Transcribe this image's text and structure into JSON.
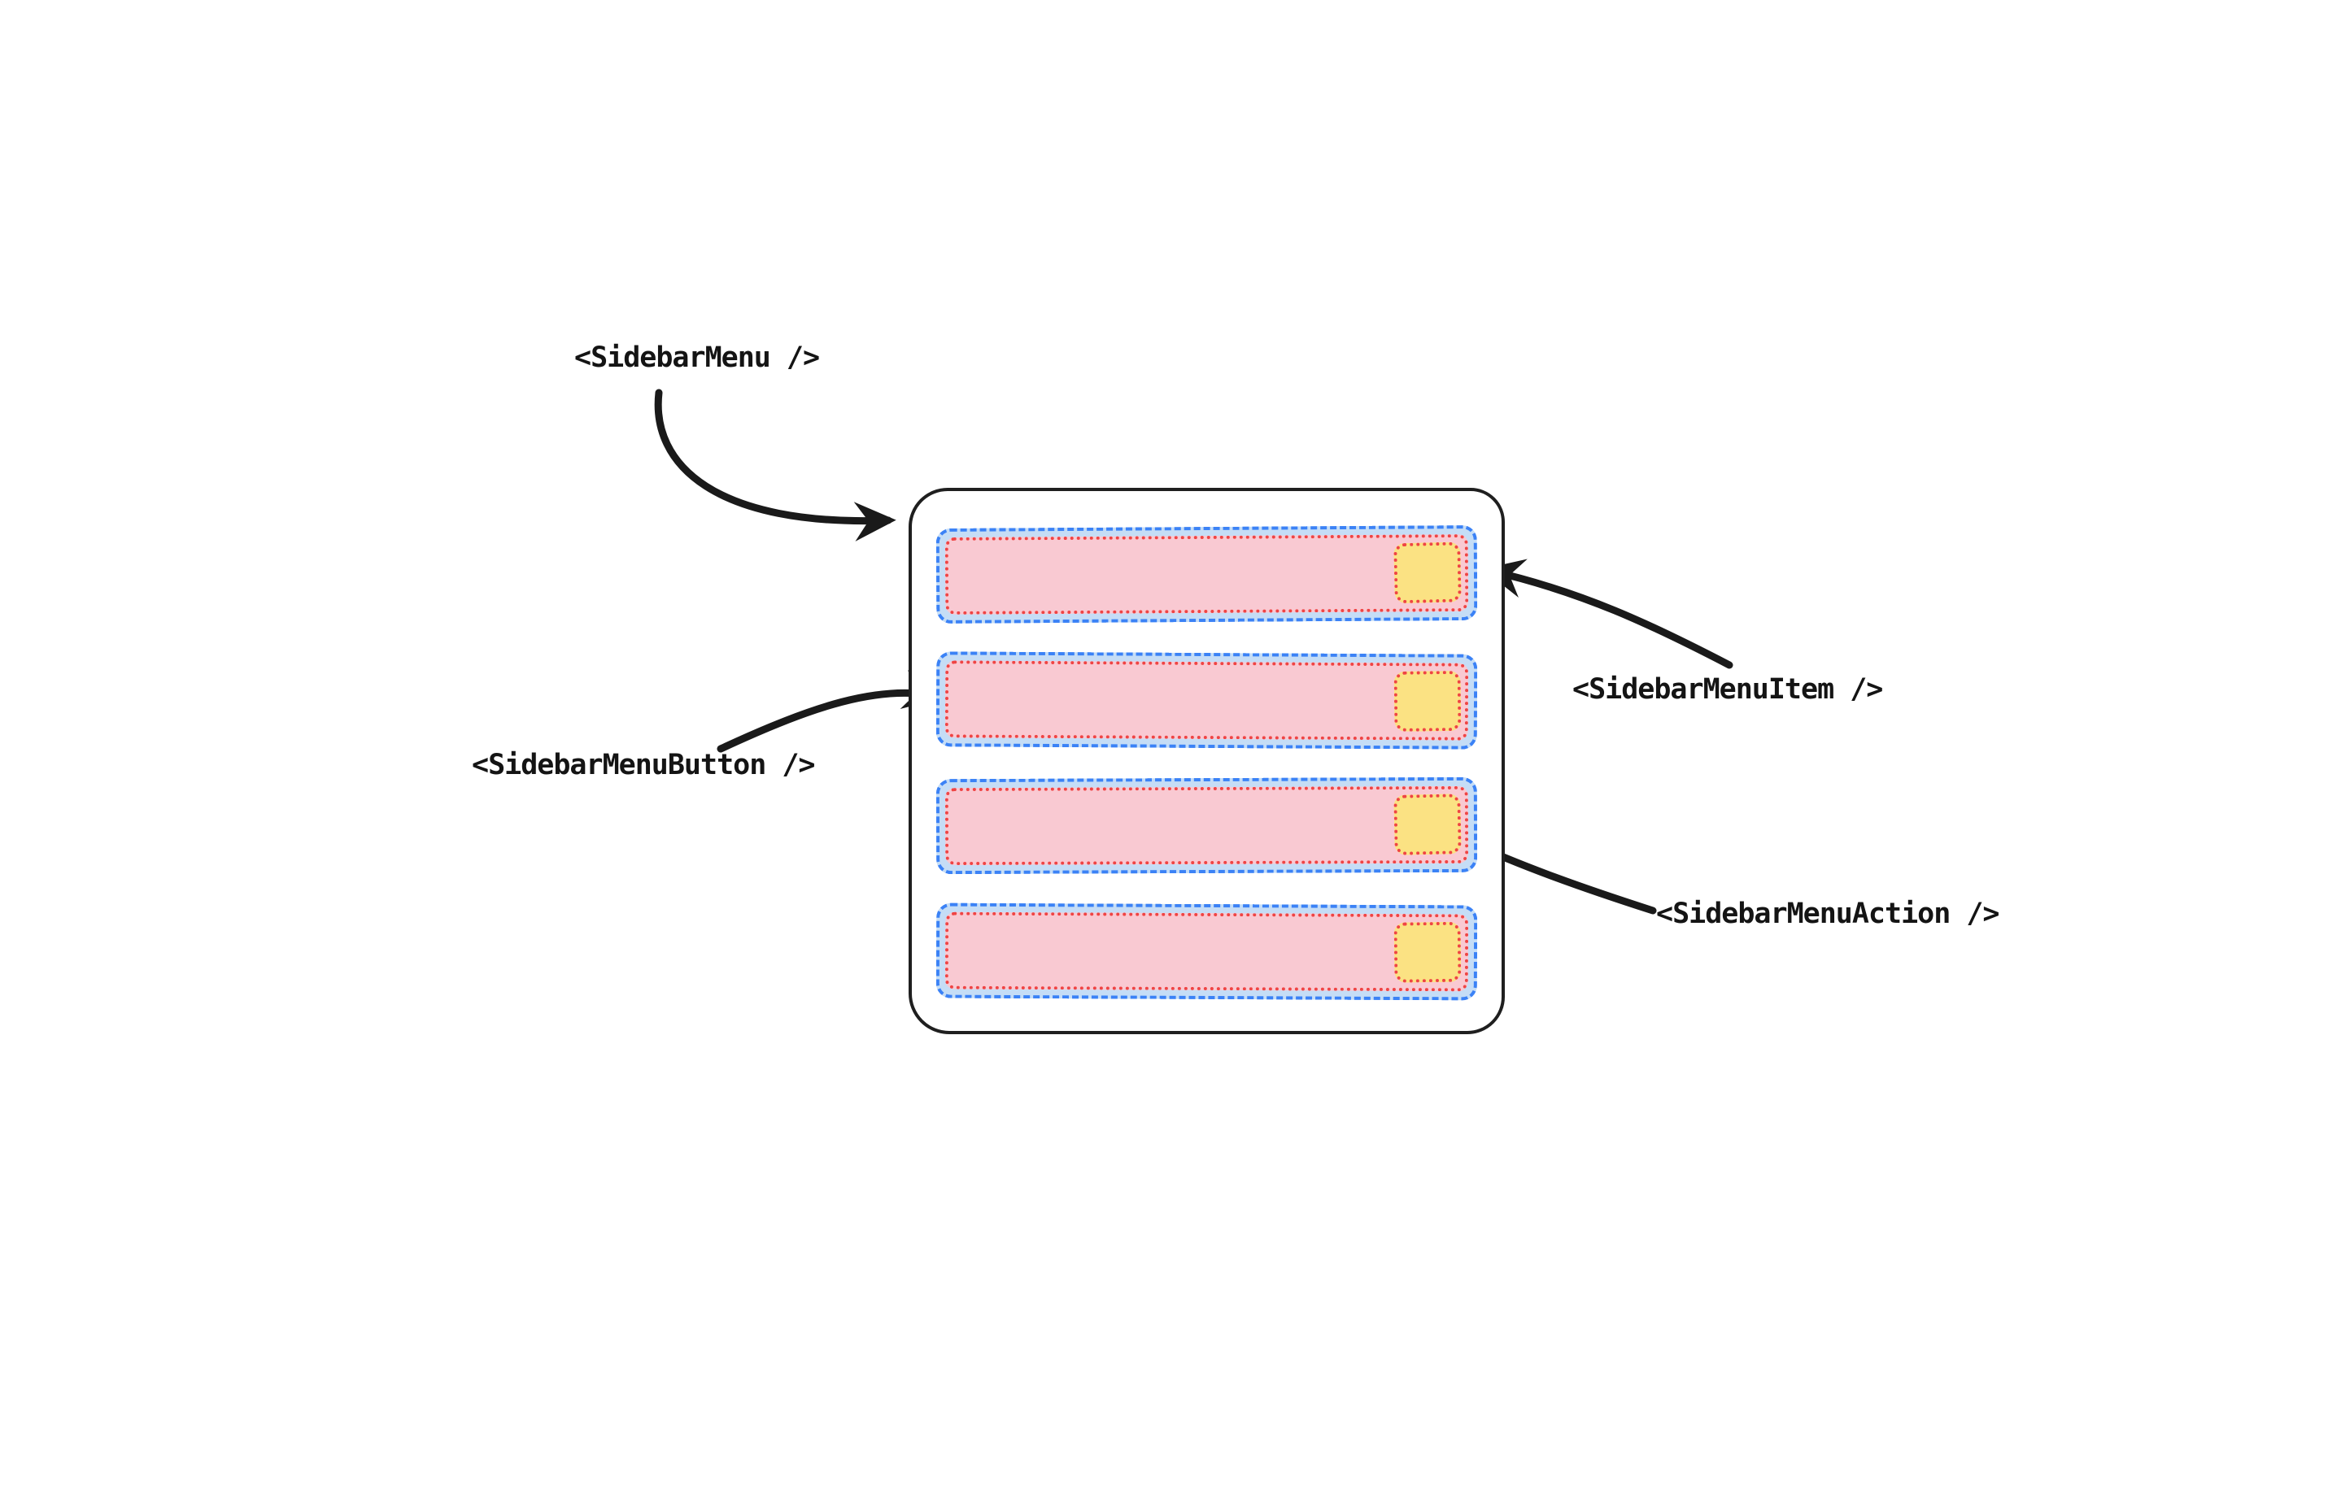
{
  "diagram": {
    "rows": 4,
    "labels": {
      "menu": "<SidebarMenu />",
      "item": "<SidebarMenuItem />",
      "button": "<SidebarMenuButton />",
      "action": "<SidebarMenuAction />"
    },
    "colors": {
      "canvas_background": "#ffffff",
      "container_border": "#1f1f1f",
      "menu_item_border": "#3b82f6",
      "menu_item_fill": "#c5ddf6",
      "menu_button_border": "#ef4444",
      "menu_button_fill": "#f9c9d2",
      "menu_action_border": "#ef4444",
      "menu_action_fill": "#fbe283",
      "arrow": "#1a1a1a"
    }
  }
}
